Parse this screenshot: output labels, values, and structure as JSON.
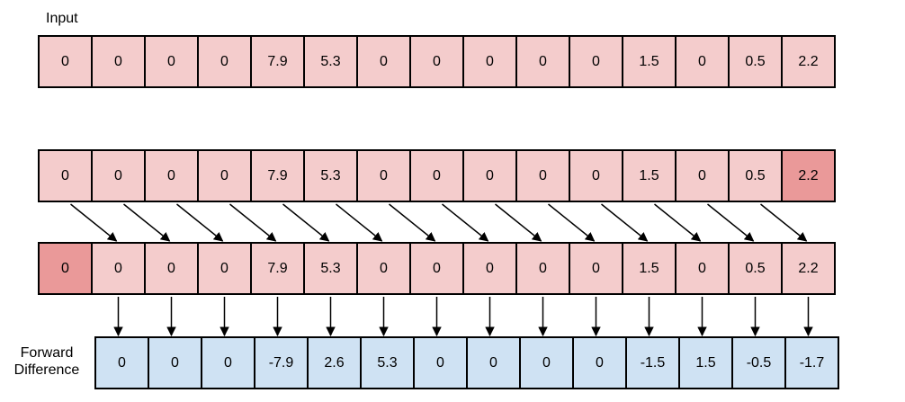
{
  "labels": {
    "input": "Input",
    "forward_line1": "Forward",
    "forward_line2": "Difference"
  },
  "rows": {
    "input": [
      "0",
      "0",
      "0",
      "0",
      "7.9",
      "5.3",
      "0",
      "0",
      "0",
      "0",
      "0",
      "1.5",
      "0",
      "0.5",
      "2.2"
    ],
    "original": [
      "0",
      "0",
      "0",
      "0",
      "7.9",
      "5.3",
      "0",
      "0",
      "0",
      "0",
      "0",
      "1.5",
      "0",
      "0.5",
      "2.2"
    ],
    "shifted": [
      "0",
      "0",
      "0",
      "0",
      "7.9",
      "5.3",
      "0",
      "0",
      "0",
      "0",
      "0",
      "1.5",
      "0",
      "0.5",
      "2.2"
    ],
    "forward_difference": [
      "0",
      "0",
      "0",
      "-7.9",
      "2.6",
      "5.3",
      "0",
      "0",
      "0",
      "0",
      "-1.5",
      "1.5",
      "-0.5",
      "-1.7"
    ]
  },
  "highlighted": {
    "original": [
      14
    ],
    "shifted": [
      0
    ]
  },
  "colors": {
    "cell": "#f4cccc",
    "highlight": "#ea9999",
    "difference": "#cfe2f3",
    "border": "#000000"
  }
}
